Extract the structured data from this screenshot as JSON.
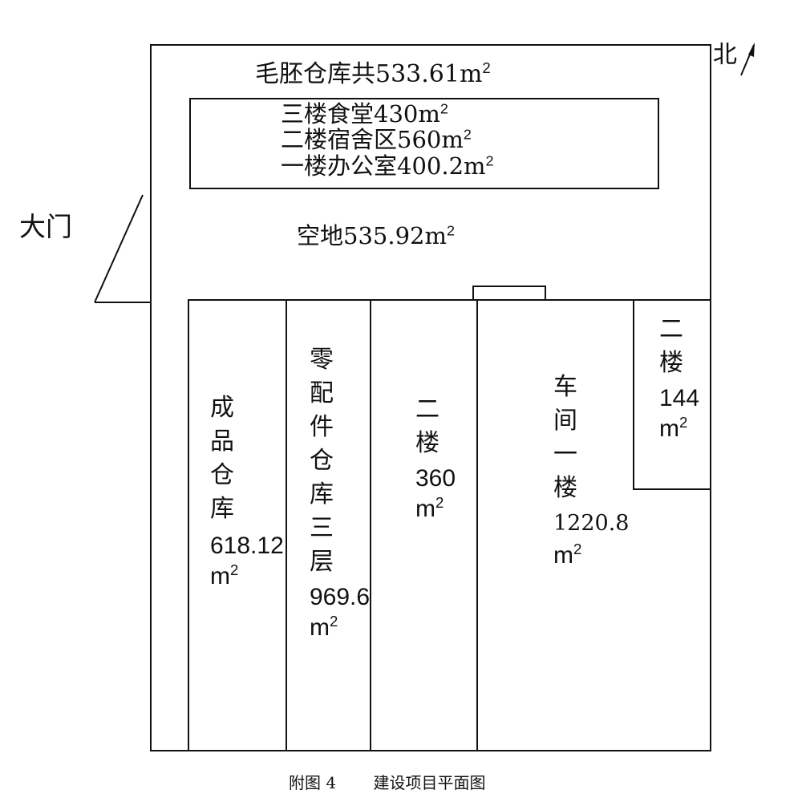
{
  "labels": {
    "north": "北",
    "gate": "大门",
    "caption": "附图 4　　 建设项目平面图",
    "blank_warehouse": "毛胚仓库共533.61m",
    "canteen": "三楼食堂430m",
    "dormitory": "二楼宿舍区560m",
    "office": "一楼办公室400.2m",
    "open_space": "空地535.92m",
    "sq": "2"
  },
  "rooms": {
    "finished": {
      "name": [
        "成",
        "品",
        "仓",
        "库"
      ],
      "area": "618.12",
      "unit": "m"
    },
    "parts": {
      "name": [
        "零",
        "配",
        "件",
        "仓",
        "库",
        "三",
        "层"
      ],
      "area": "969.6",
      "unit": "m"
    },
    "second_floor_a": {
      "name": [
        "二",
        "楼"
      ],
      "area": "360",
      "unit": "m"
    },
    "workshop": {
      "name": [
        "车",
        "间",
        "一",
        "楼"
      ],
      "area": "1220.8",
      "unit": "m"
    },
    "second_floor_b": {
      "name": [
        "二",
        "楼"
      ],
      "area": "144",
      "unit": "m"
    }
  }
}
